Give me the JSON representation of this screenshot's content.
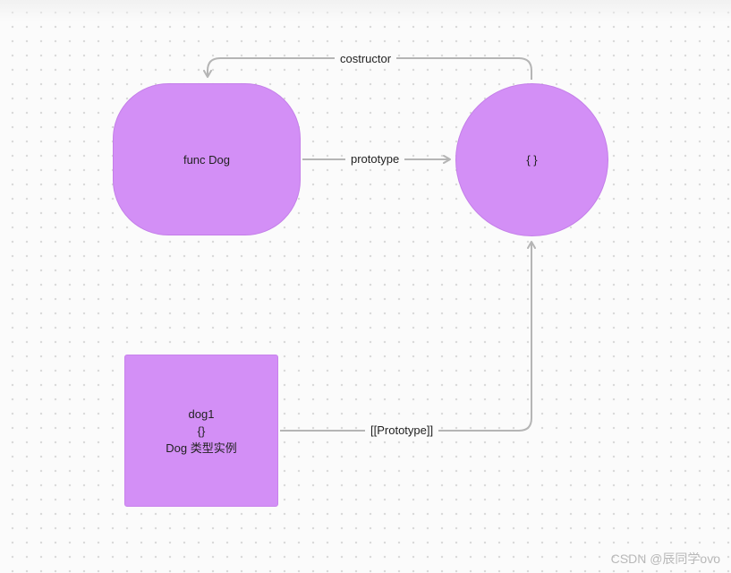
{
  "diagram": {
    "nodes": {
      "func_dog": {
        "label": "func Dog"
      },
      "prototype_object": {
        "label": "{ }"
      },
      "dog1": {
        "line1": "dog1",
        "line2": "{}",
        "line3": "Dog 类型实例"
      }
    },
    "edges": {
      "costructor": {
        "label": "costructor"
      },
      "prototype": {
        "label": "prototype"
      },
      "proto_link": {
        "label": "[[Prototype]]"
      }
    }
  },
  "watermark": "CSDN @辰同学ovo",
  "colors": {
    "node_fill": "#d38ff6",
    "edge_stroke": "#b5b5b5",
    "canvas_bg": "#fbfbfb"
  }
}
